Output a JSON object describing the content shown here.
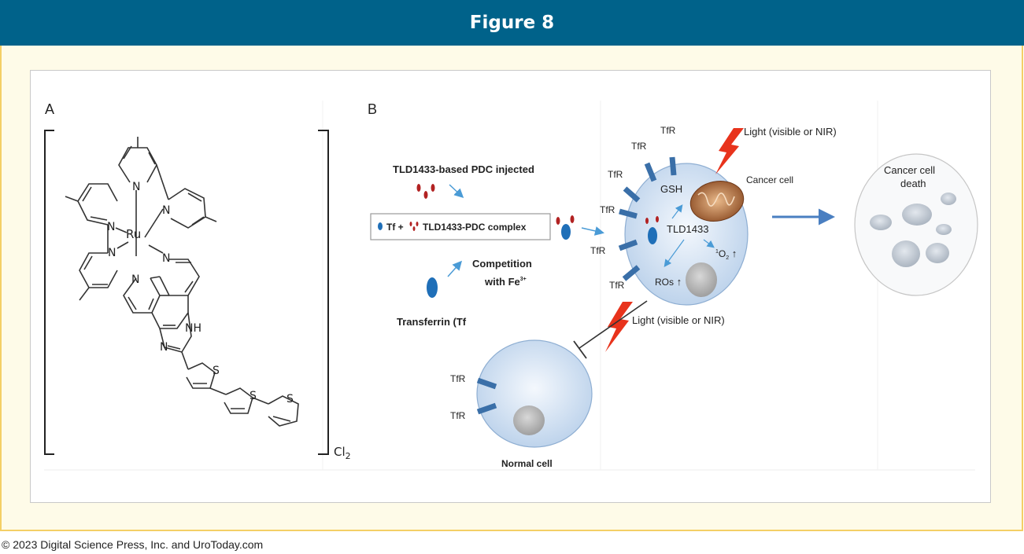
{
  "banner": {
    "title": "Figure 8"
  },
  "footer": {
    "copyright": "© 2023 Digital Science Press, Inc. and UroToday.com"
  },
  "panel_a": {
    "label": "A",
    "metal": "Ru",
    "atoms": {
      "n": "N",
      "nh": "NH",
      "s": "S"
    },
    "counterion": "Cl",
    "counterion_sub": "2"
  },
  "panel_b": {
    "label": "B",
    "pdc_injected": "TLD1433-based PDC injected",
    "complex_prefix": "Tf +",
    "complex_suffix": "TLD1433-PDC complex",
    "competition_line1": "Competition",
    "competition_line2": "with Fe",
    "competition_sup": "3+",
    "transferrin": "Transferrin (Tf",
    "receptor": "TfR",
    "light_top": "Light (visible or NIR)",
    "light_bottom": "Light (visible or NIR)",
    "cancer_cell": "Cancer cell",
    "gsh": "GSH",
    "tld": "TLD1433",
    "ros": "ROs",
    "singlet_oxygen_sup": "1",
    "singlet_oxygen": "O",
    "singlet_oxygen_sub": "2",
    "death_line1": "Cancer cell",
    "death_line2": "death",
    "normal_cell": "Normal cell"
  },
  "colors": {
    "banner": "#00628a",
    "frame_bg": "#fefbe8",
    "frame_border": "#f4cf66",
    "receptor": "#3a6fa8",
    "transferrin": "#1f6fb8",
    "drug": "#b22222",
    "light_bolt": "#e8331c",
    "cell_fill": "#c9dbef",
    "arrow": "#4a7fc1"
  },
  "icons": [
    "lightning-bolt-icon",
    "mitochondrion-icon",
    "inhibition-icon",
    "arrow-icon"
  ]
}
